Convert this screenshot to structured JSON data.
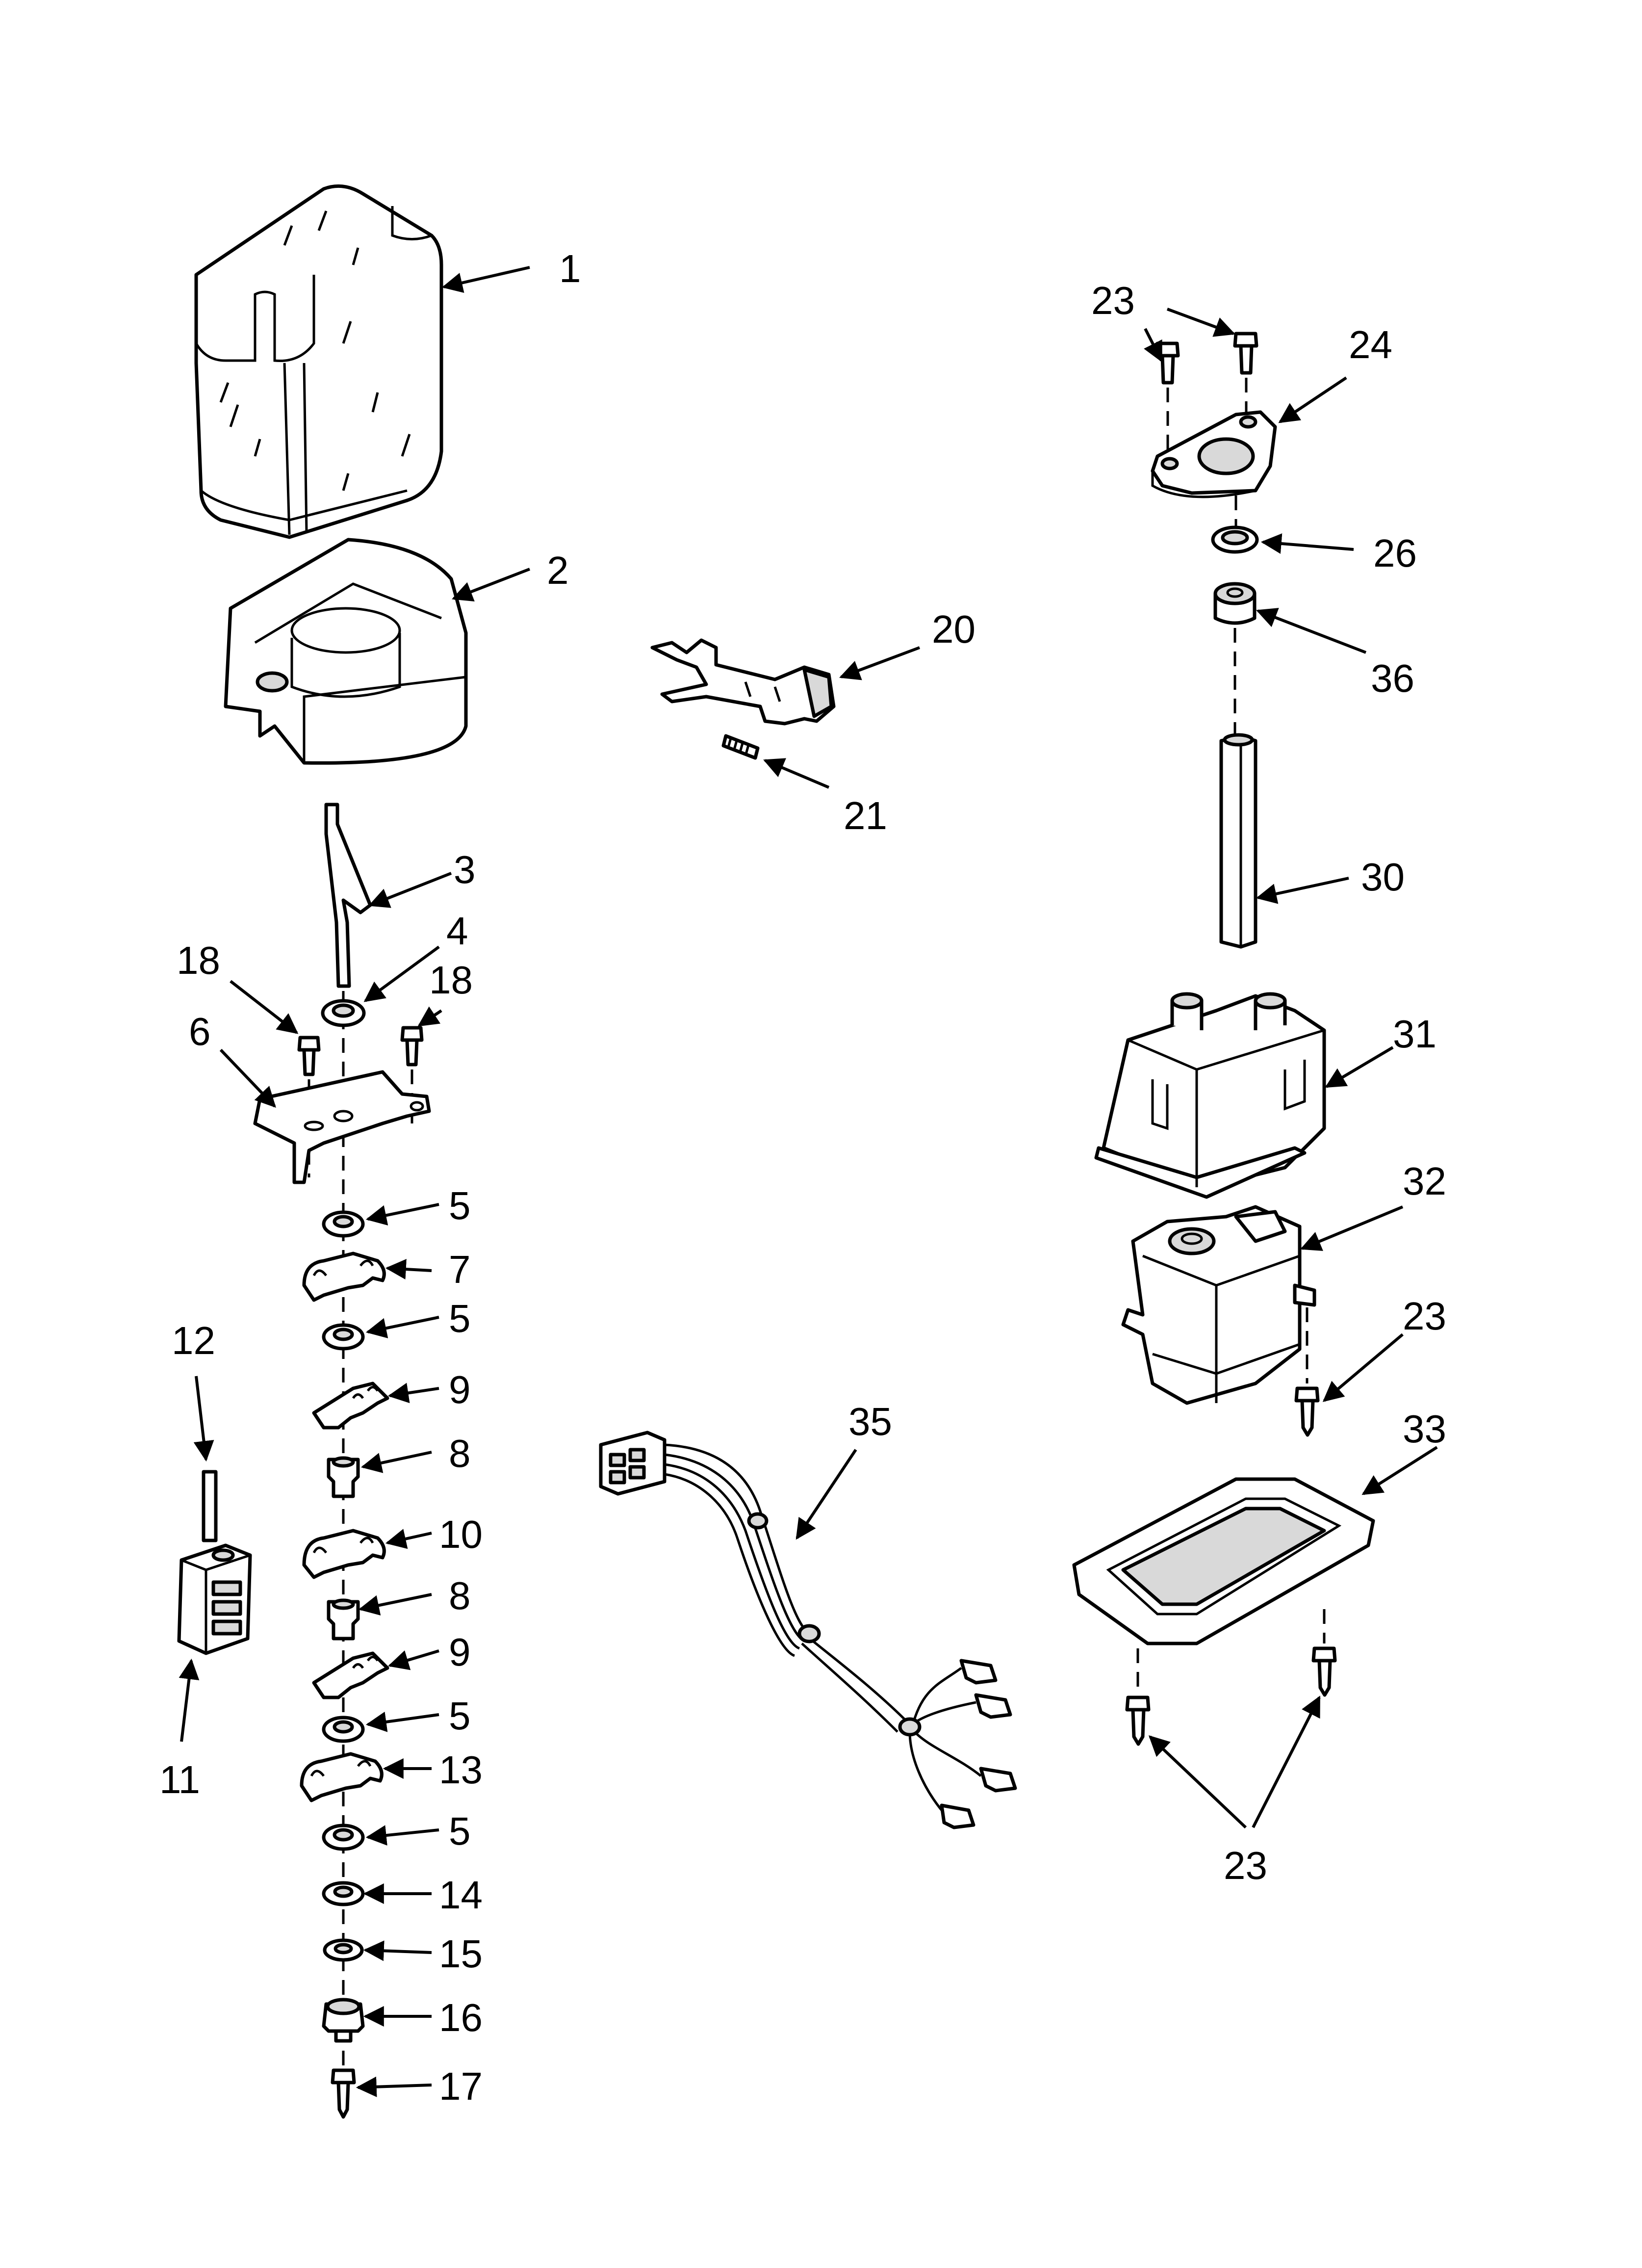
{
  "callouts": [
    {
      "id": "c1",
      "text": "1"
    },
    {
      "id": "c2",
      "text": "2"
    },
    {
      "id": "c3",
      "text": "3"
    },
    {
      "id": "c4",
      "text": "4"
    },
    {
      "id": "c18a",
      "text": "18"
    },
    {
      "id": "c18b",
      "text": "18"
    },
    {
      "id": "c6",
      "text": "6"
    },
    {
      "id": "c5a",
      "text": "5"
    },
    {
      "id": "c7",
      "text": "7"
    },
    {
      "id": "c5b",
      "text": "5"
    },
    {
      "id": "c9a",
      "text": "9"
    },
    {
      "id": "c8a",
      "text": "8"
    },
    {
      "id": "c10",
      "text": "10"
    },
    {
      "id": "c8b",
      "text": "8"
    },
    {
      "id": "c9b",
      "text": "9"
    },
    {
      "id": "c5c",
      "text": "5"
    },
    {
      "id": "c13",
      "text": "13"
    },
    {
      "id": "c5d",
      "text": "5"
    },
    {
      "id": "c14",
      "text": "14"
    },
    {
      "id": "c15",
      "text": "15"
    },
    {
      "id": "c16",
      "text": "16"
    },
    {
      "id": "c17",
      "text": "17"
    },
    {
      "id": "c12",
      "text": "12"
    },
    {
      "id": "c11",
      "text": "11"
    },
    {
      "id": "c20",
      "text": "20"
    },
    {
      "id": "c21",
      "text": "21"
    },
    {
      "id": "c35",
      "text": "35"
    },
    {
      "id": "c23a",
      "text": "23"
    },
    {
      "id": "c24",
      "text": "24"
    },
    {
      "id": "c26",
      "text": "26"
    },
    {
      "id": "c36",
      "text": "36"
    },
    {
      "id": "c30",
      "text": "30"
    },
    {
      "id": "c31",
      "text": "31"
    },
    {
      "id": "c32",
      "text": "32"
    },
    {
      "id": "c23b",
      "text": "23"
    },
    {
      "id": "c33",
      "text": "33"
    },
    {
      "id": "c23c",
      "text": "23"
    }
  ]
}
